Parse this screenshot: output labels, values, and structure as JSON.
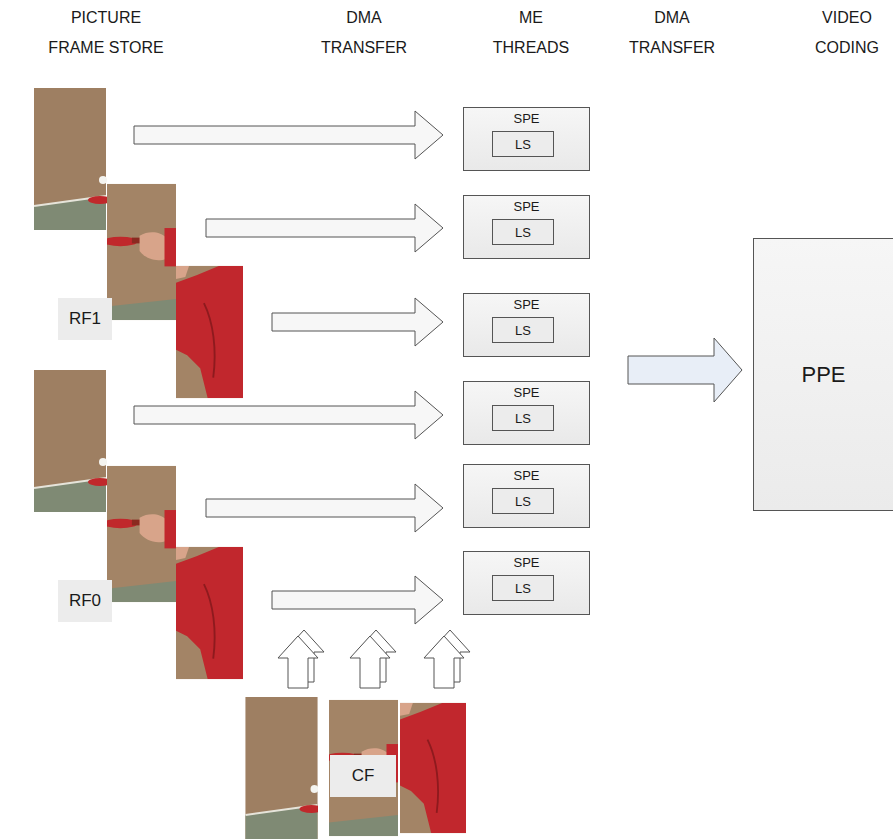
{
  "diagram": {
    "nodes": [
      {
        "text": [
          "SPE"
        ]
      },
      {
        "text": [
          "LS"
        ],
        "in": 0
      },
      {
        "text": [
          "SPE"
        ]
      },
      {
        "text": [
          "LS"
        ],
        "in": 2
      },
      {
        "text": [
          "SPE"
        ]
      },
      {
        "text": [
          "LS"
        ],
        "in": 4
      },
      {
        "text": [
          "SPE"
        ]
      },
      {
        "text": [
          "LS"
        ],
        "in": 6
      },
      {
        "text": [
          "SPE"
        ]
      },
      {
        "text": [
          "LS"
        ],
        "in": 8
      },
      {
        "text": [
          "SPE"
        ]
      },
      {
        "text": [
          "LS"
        ],
        "in": 10
      },
      {
        "text": [
          "PPE"
        ]
      }
    ],
    "edges": [],
    "labels": [
      "PICTURE FRAME STORE",
      "DMA TRANSFER",
      "ME THREADS",
      "DMA TRANSFER",
      "VIDEO CODING",
      "RF1",
      "RF0",
      "CF"
    ]
  }
}
